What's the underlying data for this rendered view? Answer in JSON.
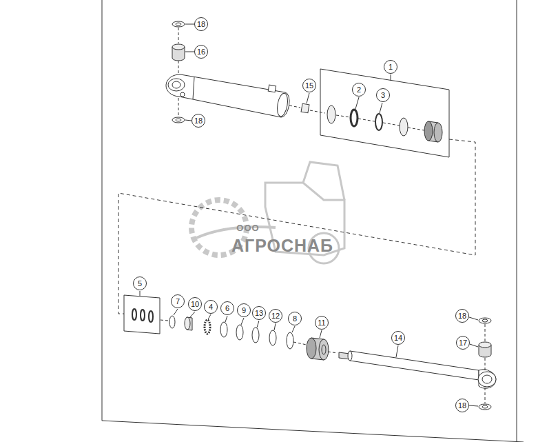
{
  "diagram": {
    "labels": [
      "18",
      "16",
      "18",
      "15",
      "1",
      "2",
      "3",
      "ООО",
      "АГРОСНАБ",
      "5",
      "7",
      "10",
      "4",
      "6",
      "9",
      "13",
      "12",
      "8",
      "11",
      "14",
      "18",
      "17",
      "18"
    ]
  }
}
